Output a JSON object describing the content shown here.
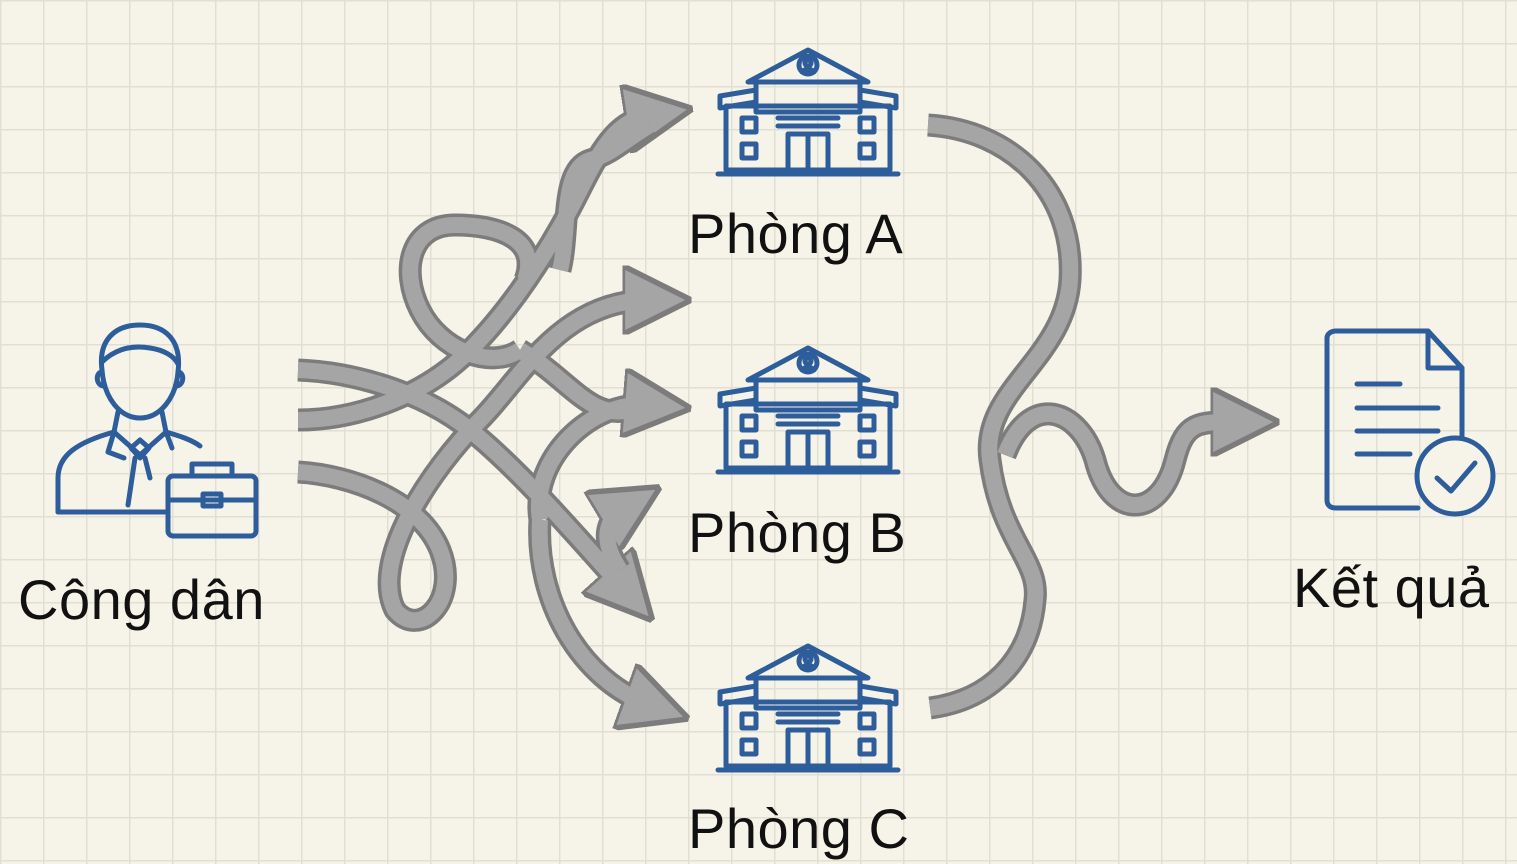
{
  "nodes": {
    "citizen": {
      "label": "Công dân",
      "icon": "businessman-with-briefcase-icon"
    },
    "office_a": {
      "label": "Phòng A",
      "icon": "government-building-icon"
    },
    "office_b": {
      "label": "Phòng B",
      "icon": "government-building-icon"
    },
    "office_c": {
      "label": "Phòng C",
      "icon": "government-building-icon"
    },
    "result": {
      "label": "Kết quả",
      "icon": "approved-document-icon"
    }
  },
  "colors": {
    "background": "#f6f4e9",
    "grid": "#e2dfd2",
    "icon_blue": "#2d5d9a",
    "arrow_fill": "#a5a5a5",
    "arrow_outline": "#7c7c7c",
    "text": "#111111"
  }
}
